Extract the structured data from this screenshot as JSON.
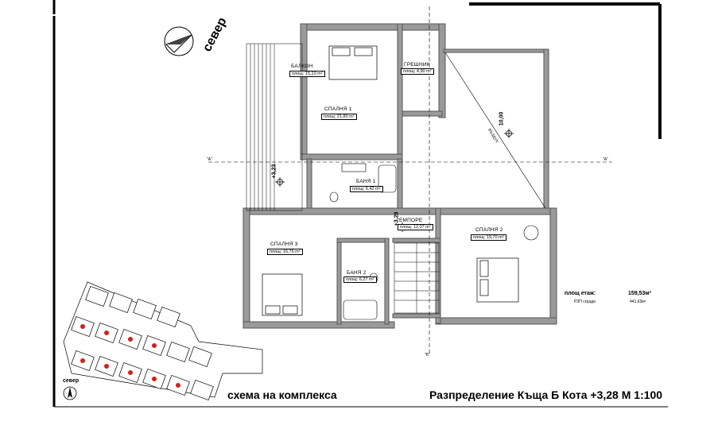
{
  "north": {
    "label": "север"
  },
  "north_small": {
    "label": "север"
  },
  "rooms": [
    {
      "name": "БАЛКОН",
      "area": "площ: 15,10 m²"
    },
    {
      "name": "ГРЕШНИК",
      "area": "площ: 4,90 m²"
    },
    {
      "name": "СПАЛНЯ 1",
      "area": "площ: 21,80 m²"
    },
    {
      "name": "БАНЯ 1",
      "area": "площ: 6,42 m²"
    },
    {
      "name": "ЕМПОРЕ",
      "area": "площ: 12,07 m²"
    },
    {
      "name": "СПАЛНЯ 2",
      "area": "площ: 19,70 m²"
    },
    {
      "name": "СПАЛНЯ 3",
      "area": "площ: 16,76 m²"
    },
    {
      "name": "БАНЯ 2",
      "area": "площ: 6,27 m²"
    }
  ],
  "levels": {
    "left": "+3,23",
    "center": "+3,28"
  },
  "void": {
    "dimension": "10,00",
    "label": "ВЪЗДУХ"
  },
  "sections": {
    "a_left": "\"A\"",
    "a_right": "\"A\"",
    "b": "\"Б\""
  },
  "floor_area": {
    "label": "площ етаж:",
    "value": "159,53м²",
    "rzp_label": "РЗП сграда",
    "rzp_value": "441,63м²"
  },
  "captions": {
    "complex": "схема на комплекса",
    "title": "Разпределение Къща Б Кота +3,28 М 1:100"
  },
  "colors": {
    "ink": "#000000",
    "paper": "#ffffff",
    "wall": "#8a8a8a",
    "plot_marker": "#d21f1f"
  }
}
